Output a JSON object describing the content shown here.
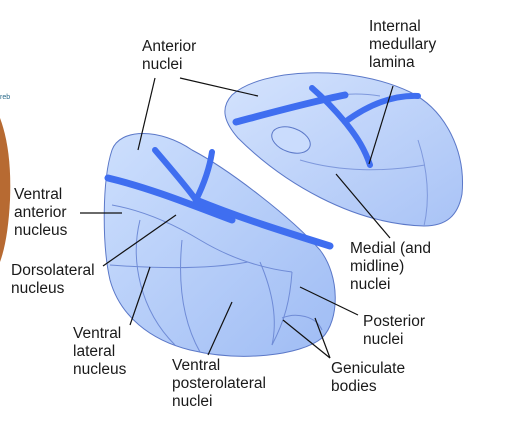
{
  "labels": {
    "anterior_nuclei": "Anterior\nnuclei",
    "internal_medullary_lamina": "Internal\nmedullary\nlamina",
    "ventral_anterior_nucleus": "Ventral\nanterior\nnucleus",
    "dorsolateral_nucleus": "Dorsolateral\nnucleus",
    "medial_midline_nuclei": "Medial (and\nmidline)\nnuclei",
    "posterior_nuclei": "Posterior\nnuclei",
    "ventral_lateral_nucleus": "Ventral\nlateral\nnucleus",
    "ventral_posterolateral_nuclei": "Ventral\nposterolateral\nnuclei",
    "geniculate_bodies": "Geniculate\nbodies"
  },
  "edge_fragment": "reb",
  "colors": {
    "nucleus_fill": "#bcd3fb",
    "nucleus_outline": "#5b78c8",
    "lamina": "#3f6ef0",
    "leader_line": "#111111",
    "edge_figure": "#b76a32"
  }
}
